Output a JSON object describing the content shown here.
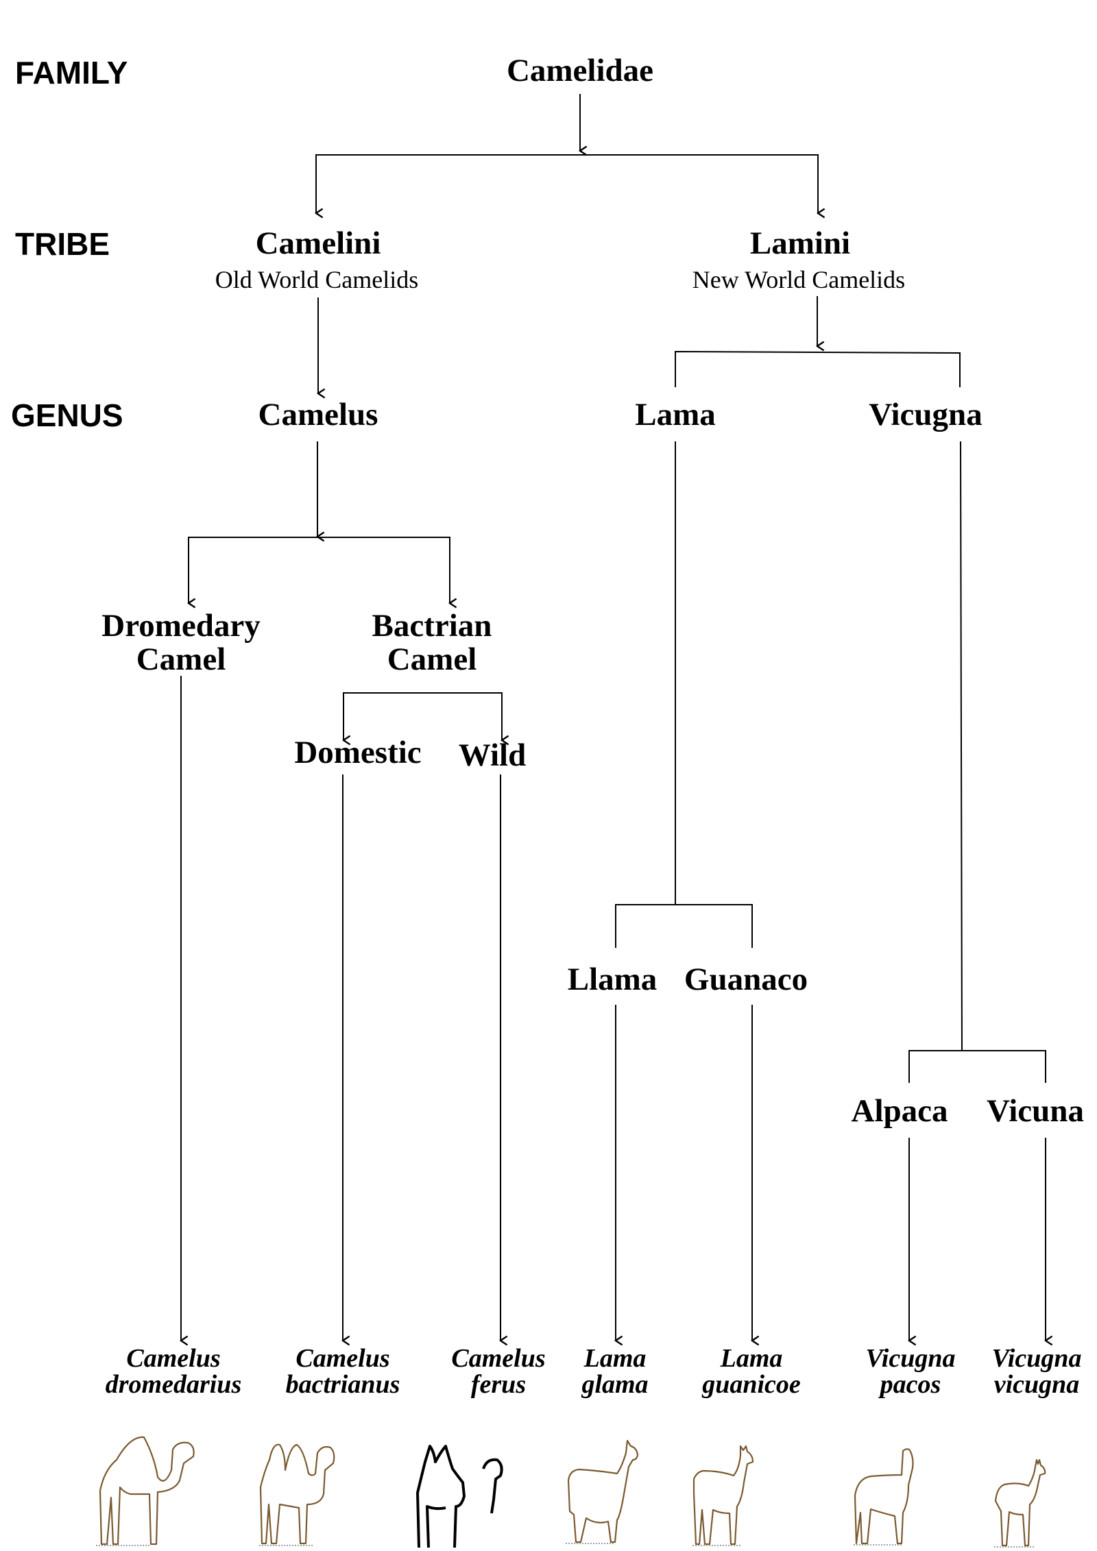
{
  "ranks": {
    "family": "FAMILY",
    "tribe": "TRIBE",
    "genus": "GENUS"
  },
  "family": {
    "name": "Camelidae"
  },
  "tribes": [
    {
      "name": "Camelini",
      "subtitle": "Old World Camelids"
    },
    {
      "name": "Lamini",
      "subtitle": "New World Camelids"
    }
  ],
  "genera": [
    {
      "name": "Camelus"
    },
    {
      "name": "Lama"
    },
    {
      "name": "Vicugna"
    }
  ],
  "groups": {
    "dromedary": [
      "Dromedary",
      "Camel"
    ],
    "bactrian": [
      "Bactrian",
      "Camel"
    ],
    "domestic": "Domestic",
    "wild": "Wild",
    "llama": "Llama",
    "guanaco": "Guanaco",
    "alpaca": "Alpaca",
    "vicuna": "Vicuna"
  },
  "species": [
    [
      "Camelus",
      "dromedarius"
    ],
    [
      "Camelus",
      "bactrianus"
    ],
    [
      "Camelus",
      "ferus"
    ],
    [
      "Lama",
      "glama"
    ],
    [
      "Lama",
      "guanicoe"
    ],
    [
      "Vicugna",
      "pacos"
    ],
    [
      "Vicugna",
      "vicugna"
    ]
  ],
  "colors": {
    "line": "#000000",
    "illustration": "#7a5a30"
  }
}
